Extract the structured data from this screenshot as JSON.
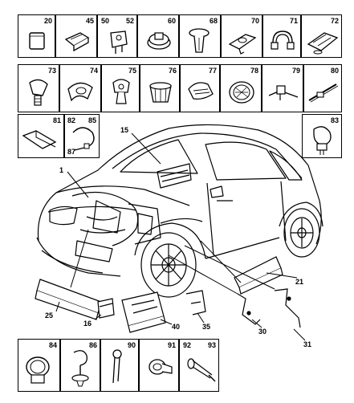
{
  "grid_top_row": [
    {
      "id": "part-20",
      "label": "20"
    },
    {
      "id": "part-45",
      "label": "45"
    },
    {
      "id": "part-50",
      "label": "50"
    },
    {
      "id": "part-52",
      "label": "52"
    },
    {
      "id": "part-60",
      "label": "60"
    },
    {
      "id": "part-68",
      "label": "68"
    },
    {
      "id": "part-70",
      "label": "70"
    },
    {
      "id": "part-71",
      "label": "71"
    },
    {
      "id": "part-72",
      "label": "72"
    }
  ],
  "grid_second_row": [
    {
      "id": "part-73",
      "label": "73"
    },
    {
      "id": "part-74",
      "label": "74"
    },
    {
      "id": "part-75",
      "label": "75"
    },
    {
      "id": "part-76",
      "label": "76"
    },
    {
      "id": "part-77",
      "label": "77"
    },
    {
      "id": "part-78",
      "label": "78"
    },
    {
      "id": "part-79",
      "label": "79"
    },
    {
      "id": "part-80",
      "label": "80"
    }
  ],
  "grid_third_row": [
    {
      "id": "part-81",
      "label": "81"
    },
    {
      "id": "part-82",
      "label": "82"
    },
    {
      "id": "part-85",
      "label": "85"
    },
    {
      "id": "part-87",
      "label": "87"
    },
    {
      "id": "part-83",
      "label": "83"
    }
  ],
  "grid_bottom_row": [
    {
      "id": "part-84",
      "label": "84"
    },
    {
      "id": "part-86",
      "label": "86"
    },
    {
      "id": "part-90",
      "label": "90"
    },
    {
      "id": "part-91",
      "label": "91"
    },
    {
      "id": "part-92",
      "label": "92"
    },
    {
      "id": "part-93",
      "label": "93"
    }
  ],
  "callouts": {
    "c1": "1",
    "c15": "15",
    "c21": "21",
    "c25": "25",
    "c16": "16",
    "c40": "40",
    "c35": "35",
    "c30": "30",
    "c31": "31"
  }
}
